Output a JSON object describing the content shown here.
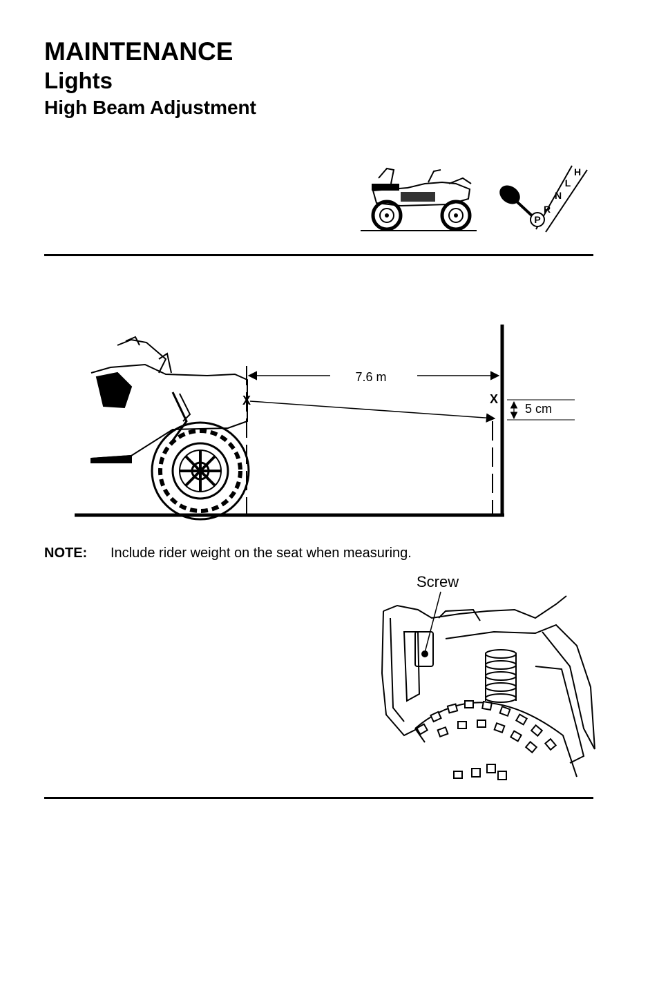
{
  "header": {
    "section": "MAINTENANCE",
    "topic": "Lights",
    "subtopic": "High Beam Adjustment"
  },
  "icons": {
    "vehicle": "atv-side-view-icon",
    "shifter": "gear-shifter-park-icon",
    "shifter_positions": [
      "H",
      "L",
      "N",
      "R",
      "P"
    ]
  },
  "diagram": {
    "distance_label": "7.6 m",
    "drop_label": "5 cm",
    "mark_left": "X",
    "mark_right": "X"
  },
  "note": {
    "label": "NOTE:",
    "text": "Include rider weight on the seat when measuring."
  },
  "detail": {
    "callout": "Screw"
  }
}
